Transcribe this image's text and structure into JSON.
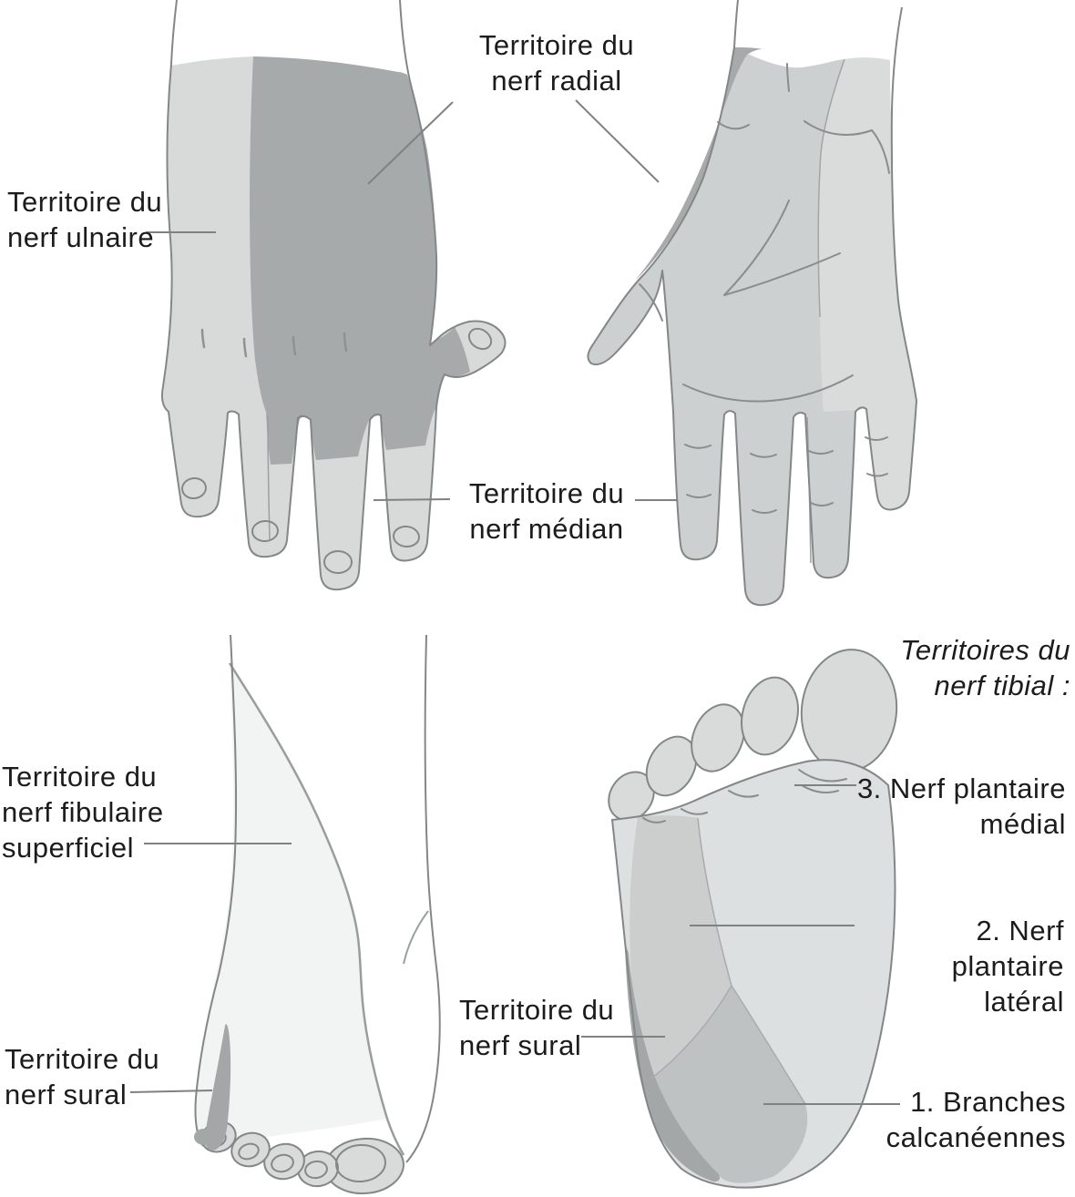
{
  "figure": {
    "labels": {
      "radial": "Territoire du\nnerf radial",
      "ulnaire": "Territoire du\nnerf ulnaire",
      "median": "Territoire du\nnerf médian",
      "tibial_header": "Territoires du\nnerf tibial :",
      "fibulaire": "Territoire du\nnerf fibulaire\nsuperficiel",
      "sural_left_foot": "Territoire du\nnerf sural",
      "sural_right_foot": "Territoire du\nnerf sural",
      "plantaire_medial": "3. Nerf plantaire\nmédial",
      "plantaire_lateral": "2. Nerf plantaire\nlatéral",
      "calcaneennes": "1. Branches\ncalcanéennes"
    },
    "colors": {
      "background": "#ffffff",
      "outline": "#848787",
      "leader_line": "#7f8282",
      "text": "#1c1c1c",
      "hand_light": "#d8dada",
      "hand_dark": "#a7aaaa",
      "palm_base": "#cdd0d0",
      "palm_ulnar_strip": "#dadcdc",
      "fibular_wedge": "#f2f3f3",
      "toes_light": "#d9dbdb",
      "sole_medial": "#dde0e0",
      "sole_lateral": "#cbcecd",
      "heel": "#bfc2c2",
      "sural_dark": "#a4a7a7"
    }
  }
}
